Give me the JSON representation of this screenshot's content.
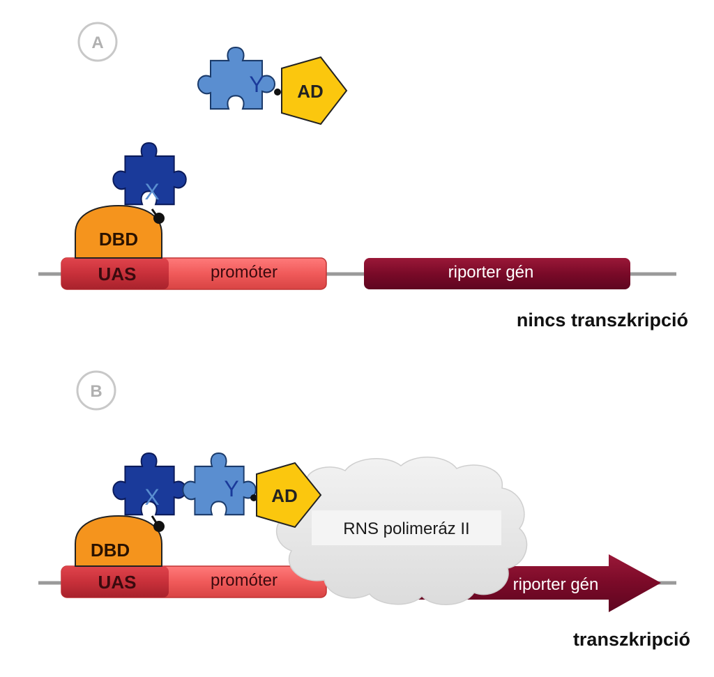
{
  "panels": [
    {
      "label": "A",
      "x_protein": "X",
      "y_protein": "Y",
      "activation_domain": "AD",
      "dna_binding_domain": "DBD",
      "uas": "UAS",
      "promoter": "promóter",
      "reporter_gene": "riporter gén",
      "result": "nincs transzkripció"
    },
    {
      "label": "B",
      "x_protein": "X",
      "y_protein": "Y",
      "activation_domain": "AD",
      "dna_binding_domain": "DBD",
      "uas": "UAS",
      "promoter": "promóter",
      "polymerase": "RNS polimeráz II",
      "reporter_gene": "riporter gén",
      "result": "transzkripció"
    }
  ],
  "colors": {
    "dna_line": "#9a9a9a",
    "uas": "#c8303a",
    "promoter": "#f05a5a",
    "reporter": "#7a0a28",
    "dbd": "#f5941d",
    "ad": "#fbc70e",
    "x_protein": "#1a3a9a",
    "y_protein": "#5a8ed0",
    "cloud": "#e6e6e6"
  }
}
